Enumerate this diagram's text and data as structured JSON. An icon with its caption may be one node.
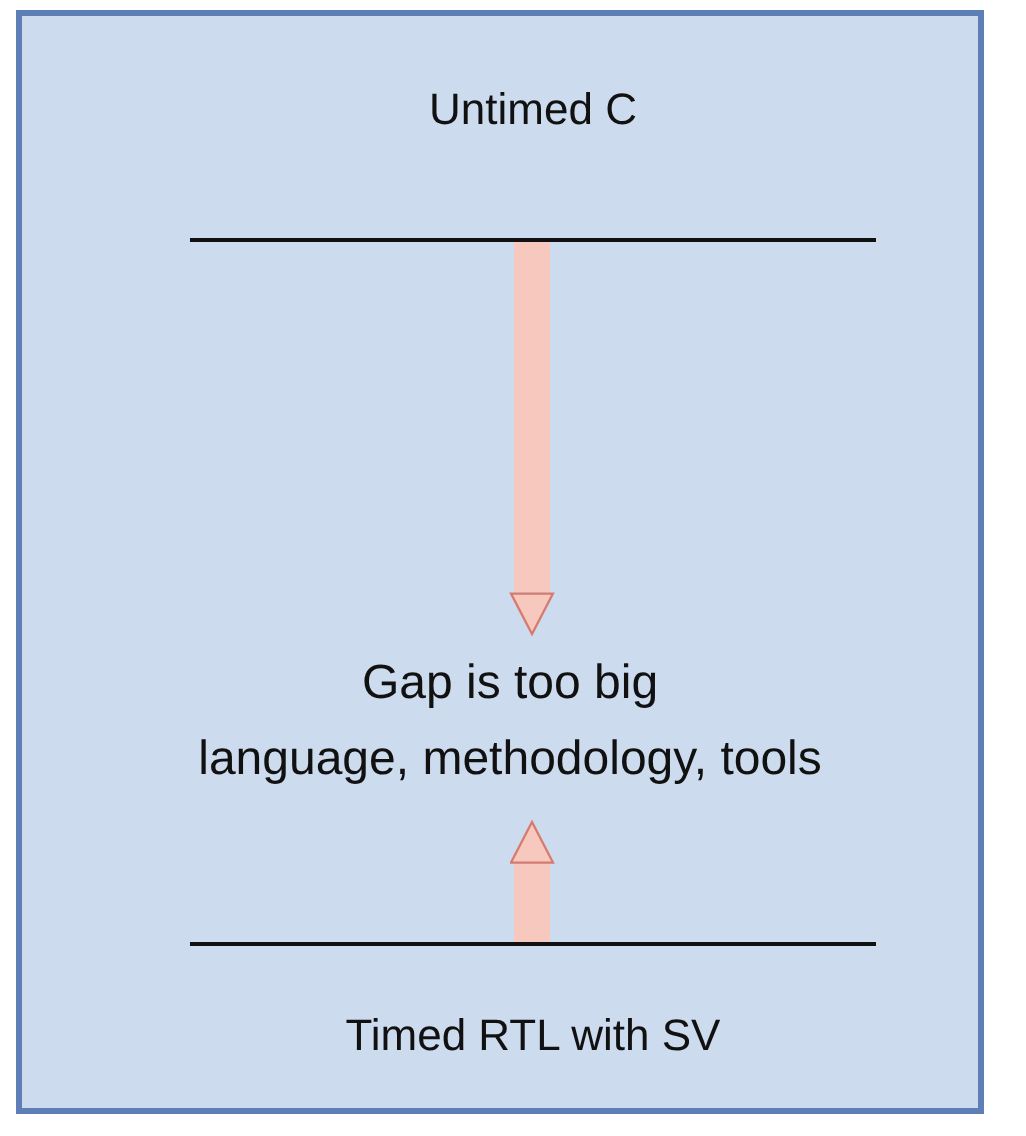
{
  "diagram": {
    "nodes": [
      {
        "text": [
          "Untimed C"
        ]
      },
      {
        "text": [
          "Gap is too big",
          "language, methodology, tools"
        ]
      },
      {
        "text": [
          "Timed RTL with SV"
        ]
      }
    ],
    "edges": [
      {
        "from": 0,
        "to": 1,
        "arrow": "to"
      },
      {
        "from": 2,
        "to": 1,
        "arrow": "to"
      }
    ]
  }
}
